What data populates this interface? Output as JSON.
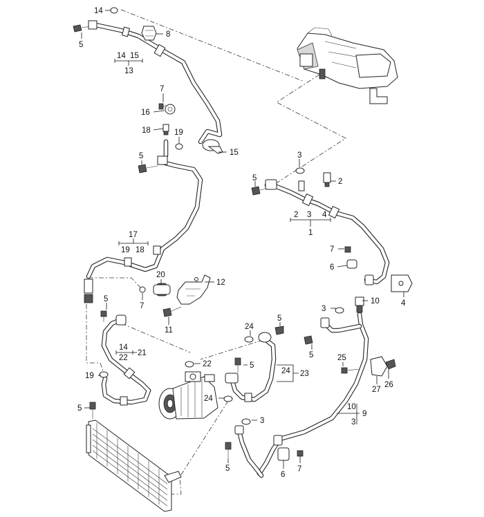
{
  "callouts": {
    "c1": "1",
    "c2": "2",
    "c3a": "3",
    "c3b": "3",
    "c3c": "3",
    "c3d": "3",
    "c3e": "3",
    "c4a": "4",
    "c4b": "4",
    "c5a": "5",
    "c5b": "5",
    "c5c": "5",
    "c5d": "5",
    "c5e": "5",
    "c5f": "5",
    "c5g": "5",
    "c5h": "5",
    "c5i": "5",
    "c6a": "6",
    "c6b": "6",
    "c7a": "7",
    "c7b": "7",
    "c7c": "7",
    "c7d": "7",
    "c8": "8",
    "c9": "9",
    "c10a": "10",
    "c10b": "10",
    "c11": "11",
    "c12": "12",
    "c13": "13",
    "c14a": "14",
    "c14b": "14",
    "c14c": "14",
    "c15a": "15",
    "c15b": "15",
    "c16": "16",
    "c17": "17",
    "c18a": "18",
    "c18b": "18",
    "c19a": "19",
    "c19b": "19",
    "c19c": "19",
    "c20": "20",
    "c21": "21",
    "c22a": "22",
    "c22b": "22",
    "c23": "23",
    "c24a": "24",
    "c24b": "24",
    "c24c": "24",
    "c25": "25",
    "c26": "26",
    "c27": "27"
  }
}
